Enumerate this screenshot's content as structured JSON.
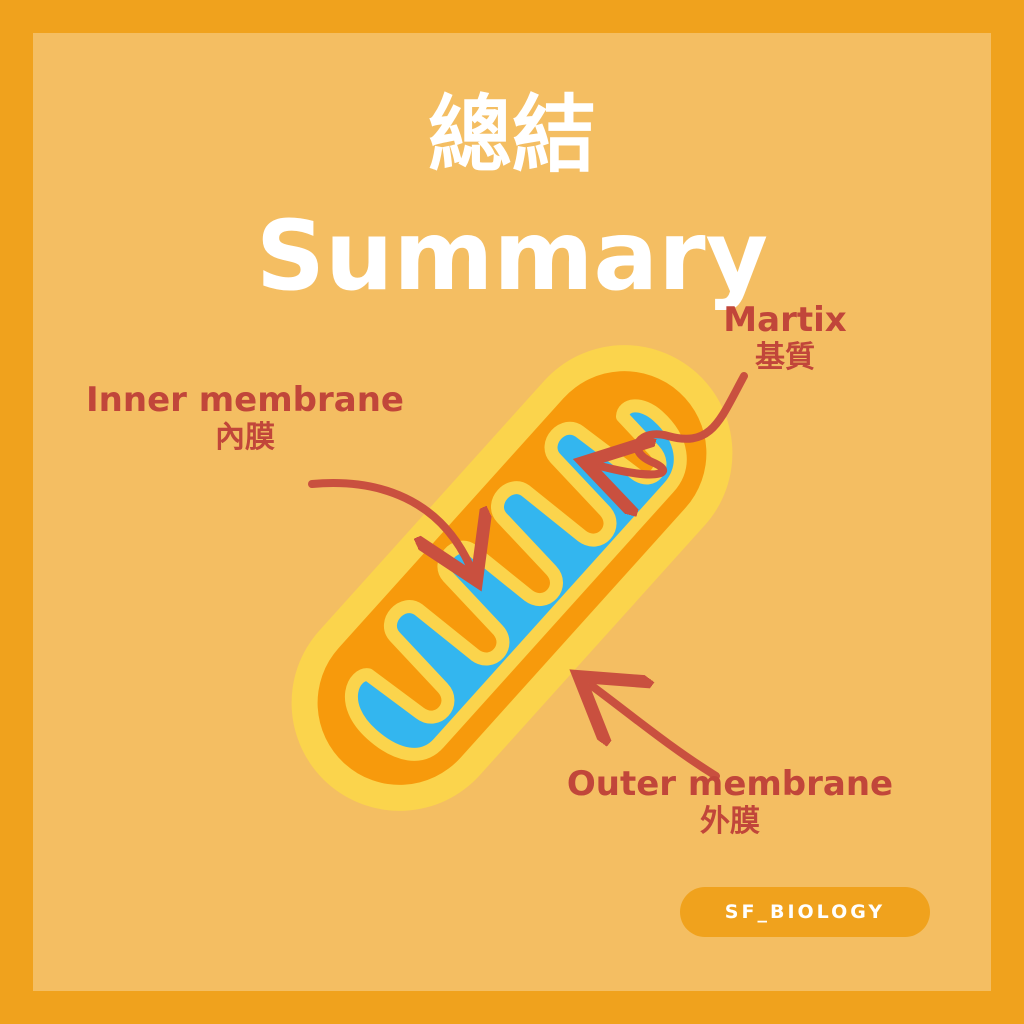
{
  "title": {
    "zh": "總結",
    "en": "Summary"
  },
  "labels": {
    "inner": {
      "en": "Inner membrane",
      "zh": "內膜"
    },
    "matrix": {
      "en": "Martix",
      "zh": "基質"
    },
    "outer": {
      "en": "Outer membrane",
      "zh": "外膜"
    }
  },
  "badge": {
    "text": "SF_BIOLOGY"
  },
  "colors": {
    "border": "#f0a21d",
    "background": "#f4be62",
    "outer_membrane": "#fbd44c",
    "intermembrane_space": "#f79a0c",
    "inner_membrane": "#fbd44c",
    "matrix": "#33b6ef",
    "arrow": "#c9503f",
    "label_text": "#c1463a"
  },
  "icons": [
    "mitochondrion-illustration",
    "arrow-icon"
  ]
}
